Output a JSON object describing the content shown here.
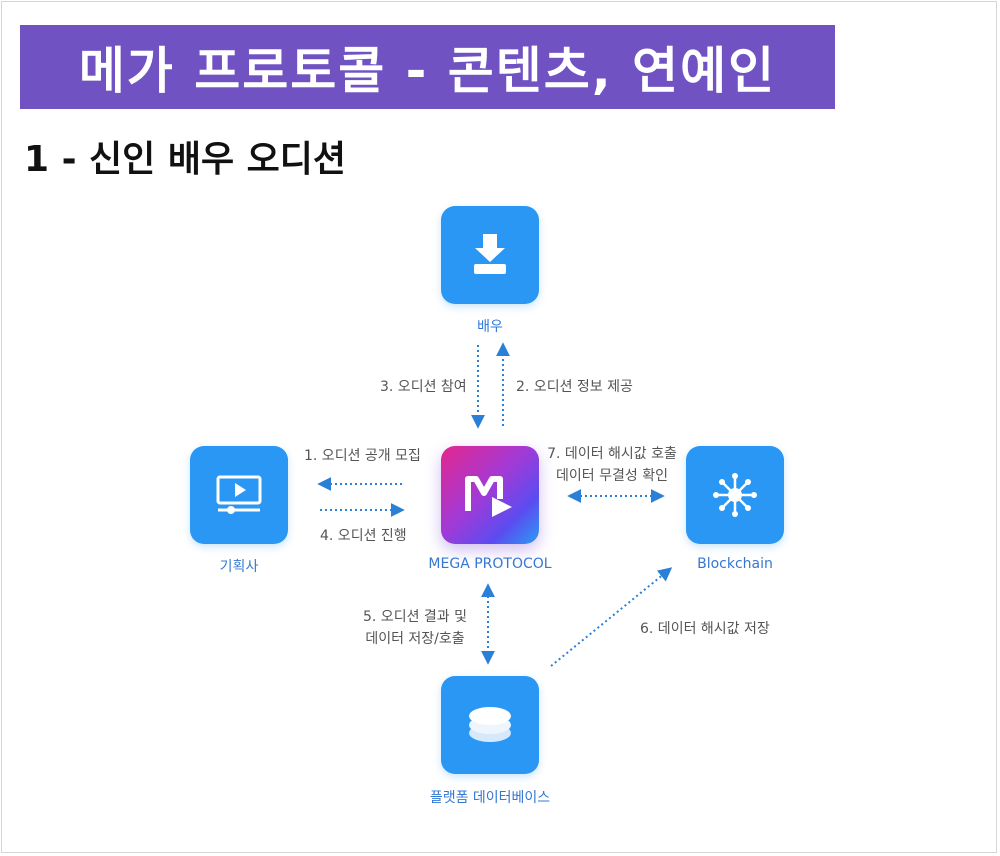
{
  "title": "메가 프로토콜 - 콘텐츠, 연예인",
  "subtitle": "1 - 신인 배우 오디션",
  "nodes": {
    "actor": "배우",
    "agency": "기획사",
    "mega": "MEGA PROTOCOL",
    "blockchain": "Blockchain",
    "database": "플랫폼 데이터베이스"
  },
  "steps": {
    "s1": "1. 오디션 공개 모집",
    "s2": "2. 오디션 정보 제공",
    "s3": "3. 오디션 참여",
    "s4": "4. 오디션 진행",
    "s5_line1": "5. 오디션 결과 및",
    "s5_line2": "데이터 저장/호출",
    "s6": "6. 데이터 해시값 저장",
    "s7_line1": "7. 데이터 해시값 호출",
    "s7_line2": "데이터 무결성 확인"
  },
  "colors": {
    "banner": "#7052c3",
    "node_blue": "#2a97f5",
    "arrow": "#2a7fd6",
    "label_blue": "#3478d4"
  },
  "icons": {
    "actor": "person-stamp-icon",
    "agency": "video-player-icon",
    "mega": "mega-protocol-logo",
    "blockchain": "network-node-icon",
    "database": "database-stack-icon"
  }
}
